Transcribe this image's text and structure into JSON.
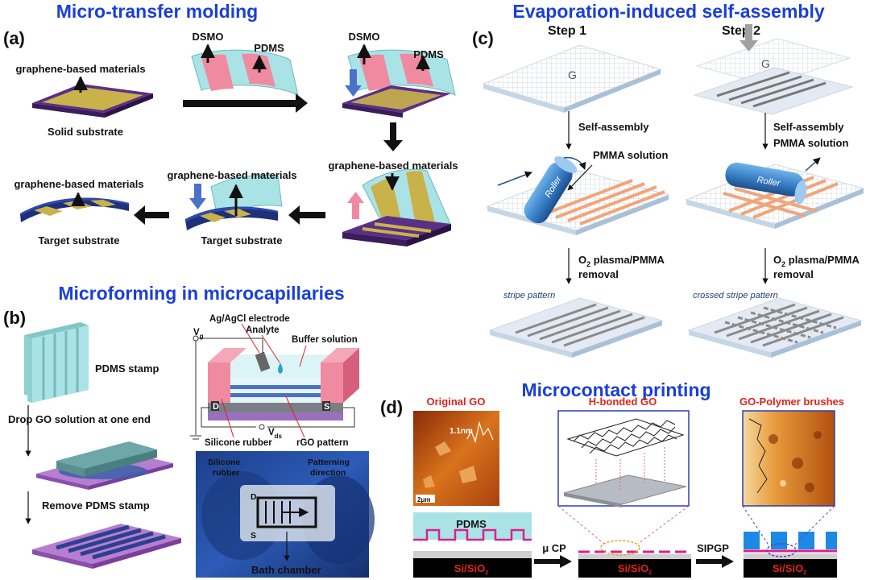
{
  "titles": {
    "a": "Micro-transfer molding",
    "b": "Microforming in microcapillaries",
    "c": "Evaporation-induced self-assembly",
    "d": "Microcontact printing"
  },
  "panel_a": {
    "letter": "(a)",
    "graphene_1": "graphene-based materials",
    "solid_substrate": "Solid substrate",
    "dsmo_1": "DSMO",
    "pdms_1": "PDMS",
    "dsmo_2": "DSMO",
    "pdms_2": "PDMS",
    "graphene_2": "graphene-based materials",
    "graphene_3": "graphene-based materials",
    "target_1": "Target substrate",
    "graphene_4": "graphene-based materials",
    "target_2": "Target substrate"
  },
  "panel_b": {
    "letter": "(b)",
    "pdms_stamp": "PDMS stamp",
    "drop_go": "Drop GO solution at one end",
    "remove_pdms": "Remove PDMS stamp",
    "electrode": "Ag/AgCl electrode",
    "analyte": "Analyte",
    "buffer": "Buffer solution",
    "vg": "V",
    "vg_sub": "g",
    "d_label": "D",
    "s_label": "S",
    "vds": "V",
    "vds_sub": "ds",
    "silicone_rubber": "Silicone rubber",
    "rgo_pattern": "rGO pattern",
    "photo_silicone": "Silicone",
    "photo_rubber": "rubber",
    "photo_patterning": "Patterning",
    "photo_direction": "direction",
    "photo_d": "D",
    "photo_s": "S",
    "bath_chamber": "Bath chamber"
  },
  "panel_c": {
    "letter": "(c)",
    "step1": "Step 1",
    "step2": "Step 2",
    "self_assembly_1": "Self-assembly",
    "self_assembly_2": "Self-assembly",
    "pmma_1": "PMMA solution",
    "pmma_2": "PMMA solution",
    "roller_1": "Roller",
    "roller_2": "Roller",
    "o2_1a": "O",
    "o2_1sub": "2",
    "o2_1b": " plasma/PMMA",
    "removal_1": "removal",
    "o2_2a": "O",
    "o2_2sub": "2",
    "o2_2b": " plasma/PMMA",
    "removal_2": "removal",
    "stripe": "stripe pattern",
    "crossed": "crossed stripe pattern"
  },
  "panel_d": {
    "letter": "(d)",
    "original_go": "Original GO",
    "h_bonded_go": "H-bonded GO",
    "go_polymer": "GO-Polymer brushes",
    "afm_height": "1.1nm",
    "afm_scale": "2μm",
    "pdms": "PDMS",
    "mu_cp": "μ CP",
    "sipgp": "SIPGP",
    "si_1": "Si/SiO",
    "si_1sub": "2",
    "si_2": "Si/SiO",
    "si_2sub": "2",
    "si_3": "Si/SiO",
    "si_3sub": "2"
  },
  "colors": {
    "title_blue": "#1a3fd6",
    "label_red": "#e2231a",
    "pdms_cyan": "#a9e3e6",
    "stripe_pink": "#f08aa0",
    "graphene_gold": "#c9b24a",
    "substrate_navy": "#1f2f7a",
    "afm_orange": "#d9731c"
  }
}
